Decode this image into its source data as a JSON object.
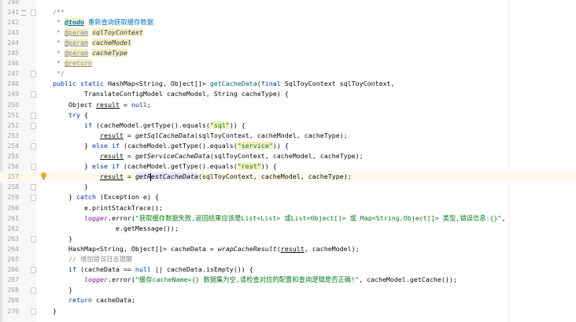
{
  "editor": {
    "current_line": 257,
    "lines": [
      {
        "n": "240",
        "t": []
      },
      {
        "n": "241",
        "t": [
          [
            "/**",
            "cmt"
          ]
        ]
      },
      {
        "n": "242",
        "t": [
          [
            " * ",
            "cmt"
          ],
          [
            "@todo",
            "todotag"
          ],
          [
            " 重新查询获取缓存数据",
            "todo"
          ]
        ]
      },
      {
        "n": "243",
        "t": [
          [
            " * ",
            "cmt"
          ],
          [
            "@param",
            "tag"
          ],
          [
            " ",
            "cmt"
          ],
          [
            "sqlToyContext",
            "pname"
          ]
        ]
      },
      {
        "n": "244",
        "t": [
          [
            " * ",
            "cmt"
          ],
          [
            "@param",
            "tag"
          ],
          [
            " ",
            "cmt"
          ],
          [
            "cacheModel",
            "pname"
          ]
        ]
      },
      {
        "n": "245",
        "t": [
          [
            " * ",
            "cmt"
          ],
          [
            "@param",
            "tag"
          ],
          [
            " ",
            "cmt"
          ],
          [
            "cacheType",
            "pname"
          ]
        ]
      },
      {
        "n": "246",
        "t": [
          [
            " * ",
            "cmt"
          ],
          [
            "@return",
            "tag"
          ]
        ]
      },
      {
        "n": "247",
        "t": [
          [
            " */",
            "cmt"
          ]
        ]
      },
      {
        "n": "248",
        "t": [
          [
            "public static ",
            "kw"
          ],
          [
            "HashMap<String, Object[]> ",
            ""
          ],
          [
            "getCacheData",
            "mdecl"
          ],
          [
            "(",
            ""
          ],
          [
            "final ",
            "kw"
          ],
          [
            "SqlToyContext sqlToyContext,",
            ""
          ]
        ]
      },
      {
        "n": "249",
        "t": [
          [
            "        TranslateConfigModel cacheModel, String cacheType) {",
            ""
          ]
        ]
      },
      {
        "n": "250",
        "t": [
          [
            "    Object ",
            ""
          ],
          [
            "result",
            "ul"
          ],
          [
            " = ",
            ""
          ],
          [
            "null",
            "kw"
          ],
          [
            ";",
            ""
          ]
        ]
      },
      {
        "n": "251",
        "t": [
          [
            "    ",
            ""
          ],
          [
            "try",
            "kw"
          ],
          [
            " {",
            ""
          ]
        ]
      },
      {
        "n": "252",
        "t": [
          [
            "        ",
            ""
          ],
          [
            "if",
            "kw"
          ],
          [
            " (cacheModel.getType().equals(",
            ""
          ],
          [
            "\"sql\"",
            "strhl"
          ],
          [
            ")) {",
            ""
          ]
        ]
      },
      {
        "n": "253",
        "t": [
          [
            "            ",
            ""
          ],
          [
            "result",
            "ul"
          ],
          [
            " = ",
            ""
          ],
          [
            "getSqlCacheData",
            "ital"
          ],
          [
            "(sqlToyContext, cacheModel, cacheType);",
            ""
          ]
        ]
      },
      {
        "n": "254",
        "t": [
          [
            "        } ",
            ""
          ],
          [
            "else if",
            "kw"
          ],
          [
            " (cacheModel.getType().equals(",
            ""
          ],
          [
            "\"service\"",
            "strhl"
          ],
          [
            ")) {",
            ""
          ]
        ]
      },
      {
        "n": "255",
        "t": [
          [
            "            ",
            ""
          ],
          [
            "result",
            "ul"
          ],
          [
            " = ",
            ""
          ],
          [
            "getServiceCacheData",
            "ital"
          ],
          [
            "(sqlToyContext, cacheModel, cacheType);",
            ""
          ]
        ]
      },
      {
        "n": "256",
        "t": [
          [
            "        } ",
            ""
          ],
          [
            "else if",
            "kw"
          ],
          [
            " (cacheModel.getType().equals(",
            ""
          ],
          [
            "\"rest\"",
            "strhl"
          ],
          [
            ")) {",
            ""
          ]
        ]
      },
      {
        "n": "257",
        "t": [
          [
            "            ",
            ""
          ],
          [
            "result",
            "ul"
          ],
          [
            " = ",
            ""
          ],
          [
            "getR",
            "sel"
          ],
          [
            "|",
            "caret"
          ],
          [
            "estCacheData",
            "sel"
          ],
          [
            "(sqlToyContext, cacheModel, cacheType);",
            ""
          ]
        ]
      },
      {
        "n": "258",
        "t": [
          [
            "        }",
            ""
          ]
        ]
      },
      {
        "n": "259",
        "t": [
          [
            "    } ",
            ""
          ],
          [
            "catch",
            "kw"
          ],
          [
            " (Exception e) {",
            ""
          ]
        ]
      },
      {
        "n": "260",
        "t": [
          [
            "        e.printStackTrace();",
            ""
          ]
        ]
      },
      {
        "n": "261",
        "t": [
          [
            "        ",
            ""
          ],
          [
            "logger",
            "field"
          ],
          [
            ".error(",
            ""
          ],
          [
            "\"获取缓存数据失败,返回结果应该是List<List> 或List<Object[]> 或 Map<String,Object[]> 类型,错误信息:{}\"",
            "str"
          ],
          [
            ",",
            ""
          ]
        ]
      },
      {
        "n": "262",
        "t": [
          [
            "                e.getMessage());",
            ""
          ]
        ]
      },
      {
        "n": "263",
        "t": [
          [
            "    }",
            ""
          ]
        ]
      },
      {
        "n": "264",
        "t": [
          [
            "    HashMap<String, Object[]> cacheData = ",
            ""
          ],
          [
            "wrapCacheResult",
            "ital"
          ],
          [
            "(",
            ""
          ],
          [
            "result",
            "ul"
          ],
          [
            ", cacheModel);",
            ""
          ]
        ]
      },
      {
        "n": "265",
        "t": [
          [
            "    // 增加错误日志提醒",
            "cmt"
          ]
        ]
      },
      {
        "n": "266",
        "t": [
          [
            "    ",
            ""
          ],
          [
            "if",
            "kw"
          ],
          [
            " (cacheData == ",
            ""
          ],
          [
            "null",
            "kw"
          ],
          [
            " || cacheData.isEmpty()) {",
            ""
          ]
        ]
      },
      {
        "n": "267",
        "t": [
          [
            "        ",
            ""
          ],
          [
            "logger",
            "field"
          ],
          [
            ".error(",
            ""
          ],
          [
            "\"缓存cacheName={} 数据集为空,请检查对应的配置和查询逻辑是否正确!\"",
            "str"
          ],
          [
            ", cacheModel.getCache());",
            ""
          ]
        ]
      },
      {
        "n": "268",
        "t": [
          [
            "    }",
            ""
          ]
        ]
      },
      {
        "n": "269",
        "t": [
          [
            "    ",
            ""
          ],
          [
            "return",
            "kw"
          ],
          [
            " cacheData;",
            ""
          ]
        ]
      },
      {
        "n": "270",
        "t": [
          [
            "}",
            ""
          ]
        ]
      }
    ],
    "fold_lines": [
      "241",
      "247",
      "249",
      "251",
      "252",
      "254",
      "256",
      "258",
      "259",
      "263",
      "266",
      "268",
      "270"
    ],
    "doc_icon_lines": [
      "241"
    ],
    "bulb_lines": [
      "257"
    ]
  }
}
